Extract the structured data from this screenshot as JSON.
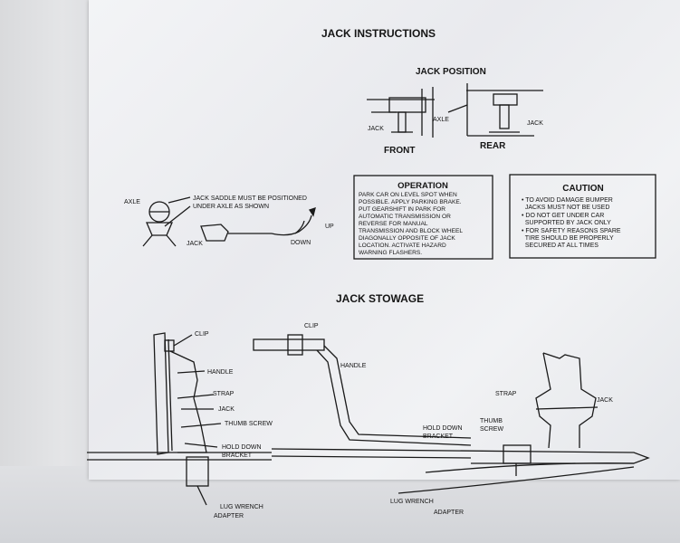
{
  "title": "JACK INSTRUCTIONS",
  "jack_position": {
    "heading": "JACK POSITION",
    "labels": {
      "jack_front": "JACK",
      "axle": "AXLE",
      "jack_rear": "JACK",
      "front": "FRONT",
      "rear": "REAR"
    }
  },
  "saddle_diagram": {
    "axle": "AXLE",
    "note_lines": [
      "JACK SADDLE MUST BE POSITIONED",
      "UNDER AXLE AS SHOWN"
    ],
    "jack": "JACK",
    "up": "UP",
    "down": "DOWN"
  },
  "operation": {
    "heading": "OPERATION",
    "lines": [
      "PARK CAR ON LEVEL SPOT WHEN",
      "POSSIBLE. APPLY PARKING BRAKE.",
      "PUT GEARSHIFT IN PARK FOR",
      "AUTOMATIC TRANSMISSION OR",
      "REVERSE FOR MANUAL",
      "TRANSMISSION AND BLOCK WHEEL",
      "DIAGONALLY OPPOSITE OF JACK",
      "LOCATION. ACTIVATE HAZARD",
      "WARNING FLASHERS."
    ]
  },
  "caution": {
    "heading": "CAUTION",
    "lines": [
      "• TO AVOID DAMAGE BUMPER",
      "  JACKS MUST NOT BE USED",
      "• DO NOT GET UNDER CAR",
      "  SUPPORTED BY JACK ONLY",
      "• FOR SAFETY REASONS SPARE",
      "  TIRE SHOULD BE PROPERLY",
      "  SECURED AT ALL TIMES"
    ]
  },
  "stowage": {
    "heading": "JACK STOWAGE",
    "left_labels": {
      "clip": "CLIP",
      "handle": "HANDLE",
      "strap": "STRAP",
      "jack": "JACK",
      "thumb_screw": "THUMB SCREW",
      "hold_down_1": "HOLD DOWN",
      "hold_down_2": "BRACKET",
      "lug_wrench": "LUG WRENCH",
      "adapter": "ADAPTER"
    },
    "right_labels": {
      "clip": "CLIP",
      "handle": "HANDLE",
      "strap": "STRAP",
      "jack": "JACK",
      "hold_down_1": "HOLD DOWN",
      "hold_down_2": "BRACKET",
      "thumb_1": "THUMB",
      "thumb_2": "SCREW",
      "lug_wrench": "LUG WRENCH",
      "adapter": "ADAPTER"
    }
  }
}
